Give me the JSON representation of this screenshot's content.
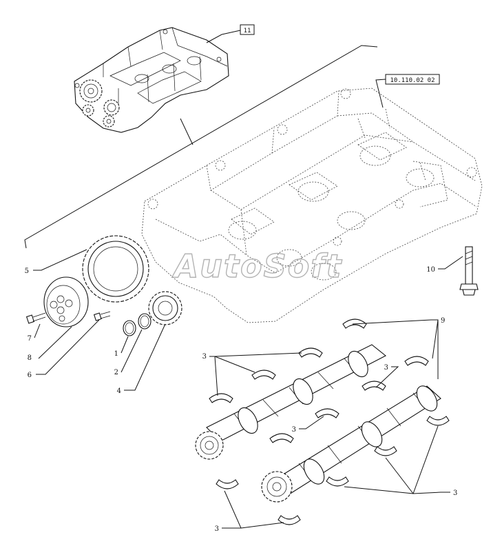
{
  "reference_boxes": {
    "top": "11",
    "right": "10.110.02 02"
  },
  "callouts": {
    "c1": "1",
    "c2": "2",
    "c3": "3",
    "c4": "4",
    "c5": "5",
    "c6": "6",
    "c7": "7",
    "c8": "8",
    "c9": "9",
    "c10": "10"
  },
  "watermark": "AutoSoft"
}
